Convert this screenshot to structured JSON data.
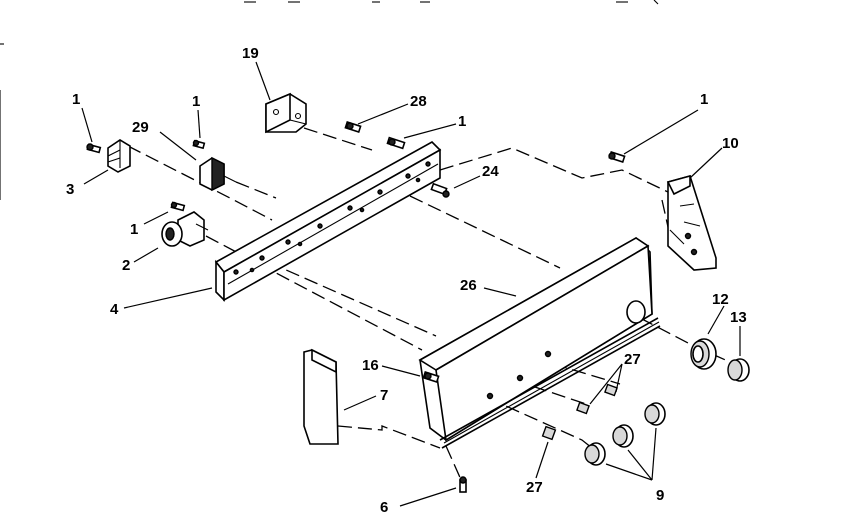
{
  "diagram": {
    "callouts": [
      {
        "id": "c-1a",
        "label": "1"
      },
      {
        "id": "c-29",
        "label": "29"
      },
      {
        "id": "c-1b",
        "label": "1"
      },
      {
        "id": "c-19",
        "label": "19"
      },
      {
        "id": "c-28",
        "label": "28"
      },
      {
        "id": "c-1c",
        "label": "1"
      },
      {
        "id": "c-1d",
        "label": "1"
      },
      {
        "id": "c-10",
        "label": "10"
      },
      {
        "id": "c-3",
        "label": "3"
      },
      {
        "id": "c-24",
        "label": "24"
      },
      {
        "id": "c-1e",
        "label": "1"
      },
      {
        "id": "c-2",
        "label": "2"
      },
      {
        "id": "c-26",
        "label": "26"
      },
      {
        "id": "c-4",
        "label": "4"
      },
      {
        "id": "c-12",
        "label": "12"
      },
      {
        "id": "c-13",
        "label": "13"
      },
      {
        "id": "c-16",
        "label": "16"
      },
      {
        "id": "c-27a",
        "label": "27"
      },
      {
        "id": "c-7",
        "label": "7"
      },
      {
        "id": "c-27b",
        "label": "27"
      },
      {
        "id": "c-9",
        "label": "9"
      },
      {
        "id": "c-6",
        "label": "6"
      }
    ]
  }
}
